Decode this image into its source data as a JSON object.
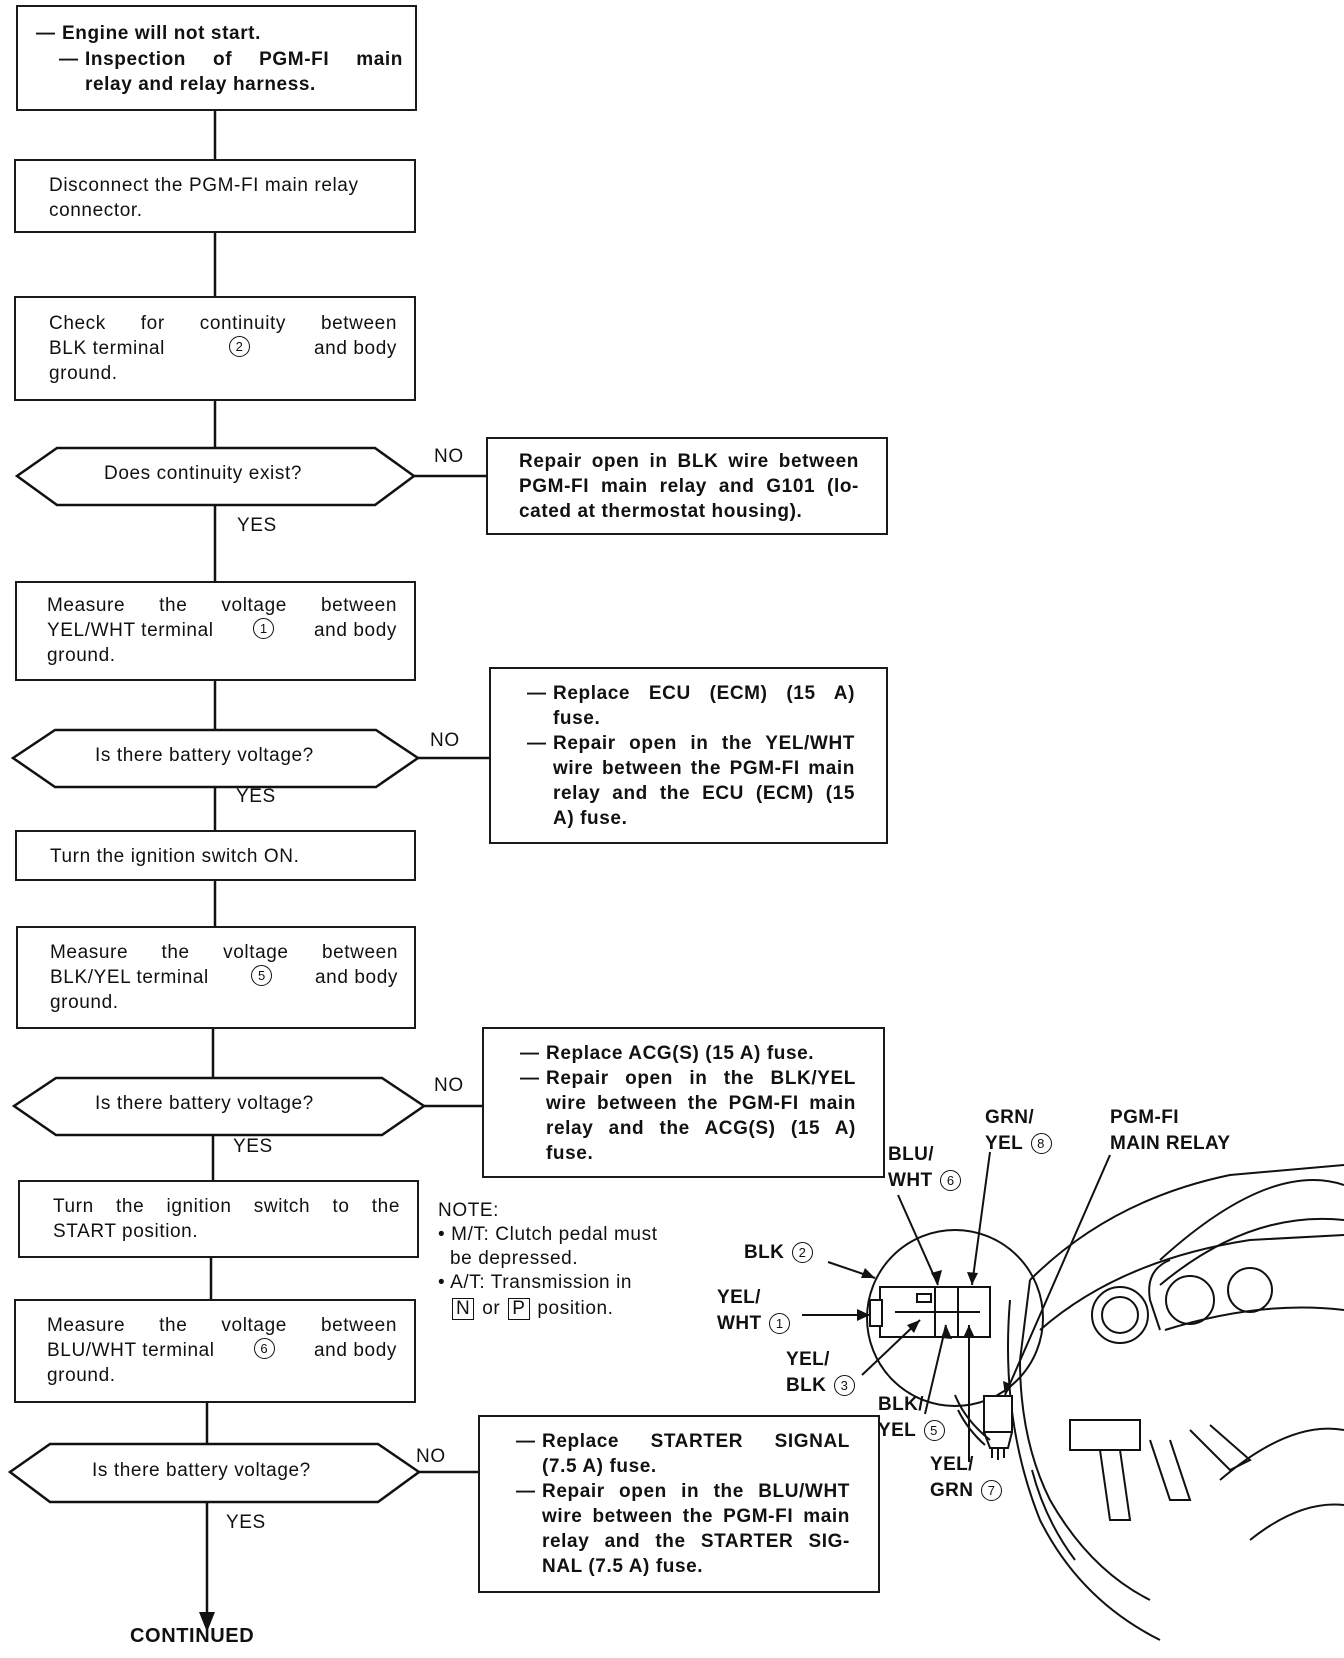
{
  "flow": {
    "start": {
      "lines": [
        "Engine will not start.",
        "Inspection of PGM-FI main",
        "relay and relay harness."
      ]
    },
    "step_disconnect": {
      "lines": [
        "Disconnect the PGM-FI main relay",
        "connector."
      ]
    },
    "step_check_blk": {
      "line1": "Check for continuity between",
      "line2_a": "BLK terminal",
      "line2_num": "2",
      "line2_b": "and body",
      "line3": "ground."
    },
    "decision_continuity": "Does continuity exist?",
    "no_label": "NO",
    "yes_label": "YES",
    "repair_blk": {
      "lines": [
        "Repair open in BLK wire between",
        "PGM-FI main relay and G101 (lo-",
        "cated at thermostat housing)."
      ]
    },
    "step_measure_yelwht": {
      "line1": "Measure the voltage between",
      "line2_a": "YEL/WHT terminal",
      "line2_num": "1",
      "line2_b": "and body",
      "line3": "ground."
    },
    "decision_battery": "Is there battery voltage?",
    "repair_ecu": {
      "item1": [
        "Replace ECU (ECM) (15 A)",
        "fuse."
      ],
      "item2": [
        "Repair open in the YEL/WHT",
        "wire between the PGM-FI main",
        "relay and the ECU (ECM) (15",
        "A) fuse."
      ]
    },
    "step_ignition_on": "Turn the ignition switch ON.",
    "step_measure_blkyel": {
      "line1": "Measure the voltage between",
      "line2_a": "BLK/YEL terminal",
      "line2_num": "5",
      "line2_b": "and body",
      "line3": "ground."
    },
    "repair_acg": {
      "item1": [
        "Replace ACG(S) (15 A) fuse."
      ],
      "item2": [
        "Repair open in the BLK/YEL",
        "wire between the PGM-FI main",
        "relay and the ACG(S) (15 A)",
        "fuse."
      ]
    },
    "step_ignition_start": {
      "lines": [
        "Turn the ignition switch to the",
        "START position."
      ]
    },
    "step_measure_bluwht": {
      "line1": "Measure the voltage between",
      "line2_a": "BLU/WHT terminal",
      "line2_num": "6",
      "line2_b": "and body",
      "line3": "ground."
    },
    "repair_starter": {
      "item1": [
        "Replace STARTER SIGNAL",
        "(7.5 A) fuse."
      ],
      "item2": [
        "Repair open in the BLU/WHT",
        "wire between the PGM-FI main",
        "relay and the STARTER SIG-",
        "NAL (7.5 A) fuse."
      ]
    },
    "continued": "CONTINUED"
  },
  "note": {
    "title": "NOTE:",
    "mt": [
      "M/T: Clutch pedal must",
      "be depressed."
    ],
    "at_a": "A/T: Transmission in",
    "at_n": "N",
    "at_or": "or",
    "at_p": "P",
    "at_b": "position."
  },
  "diagram": {
    "relay_title": [
      "PGM-FI",
      "MAIN RELAY"
    ],
    "grn_yel": [
      "GRN/",
      "YEL"
    ],
    "grn_yel_num": "8",
    "blu_wht": [
      "BLU/",
      "WHT"
    ],
    "blu_wht_num": "6",
    "blk": "BLK",
    "blk_num": "2",
    "yel_wht": [
      "YEL/",
      "WHT"
    ],
    "yel_wht_num": "1",
    "yel_blk": [
      "YEL/",
      "BLK"
    ],
    "yel_blk_num": "3",
    "blk_yel": [
      "BLK/",
      "YEL"
    ],
    "blk_yel_num": "5",
    "yel_grn": [
      "YEL/",
      "GRN"
    ],
    "yel_grn_num": "7"
  }
}
